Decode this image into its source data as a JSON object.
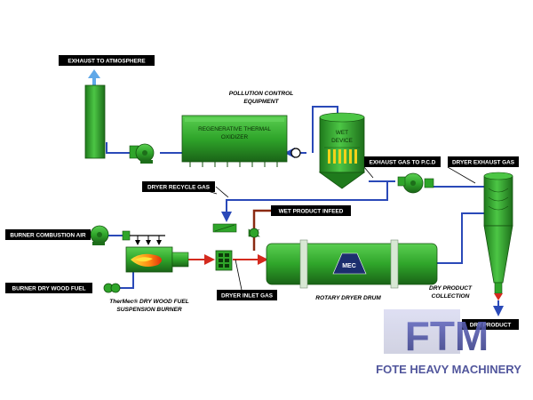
{
  "labels": {
    "exhaust_atmosphere": "EXHAUST TO ATMOSPHERE",
    "pollution_control_1": "POLLUTION CONTROL",
    "pollution_control_2": "EQUIPMENT",
    "rto_1": "REGENERATIVE THERMAL",
    "rto_2": "OXIDIZER",
    "wet_device_1": "WET",
    "wet_device_2": "DEVICE",
    "exhaust_pcd": "EXHAUST GAS TO P.C.D",
    "dryer_exhaust": "DRYER EXHAUST GAS",
    "dryer_recycle": "DRYER RECYCLE GAS",
    "wet_infeed": "WET PRODUCT INFEED",
    "burner_air": "BURNER COMBUSTION AIR",
    "burner_fuel": "BURNER DRY WOOD FUEL",
    "thermec_1": "TherMec® DRY WOOD FUEL",
    "thermec_2": "SUSPENSION BURNER",
    "dryer_inlet": "DRYER INLET GAS",
    "rotary_drum": "ROTARY DRYER DRUM",
    "dry_collection_1": "DRY PRODUCT",
    "dry_collection_2": "COLLECTION",
    "dry_product": "DRY PRODUCT",
    "drum_logo": "MEC"
  },
  "watermark": {
    "brand": "FTM",
    "company": "FOTE HEAVY MACHINERY"
  },
  "colors": {
    "equipment": "#2fa52a",
    "equipment_dark": "#1d6e1a",
    "gas_line": "#2a49b8",
    "hot_gas_line": "#d42a1e",
    "infeed_line": "#8b2a12",
    "label_bg": "#000000",
    "brand_blue": "#3a3f8f"
  }
}
